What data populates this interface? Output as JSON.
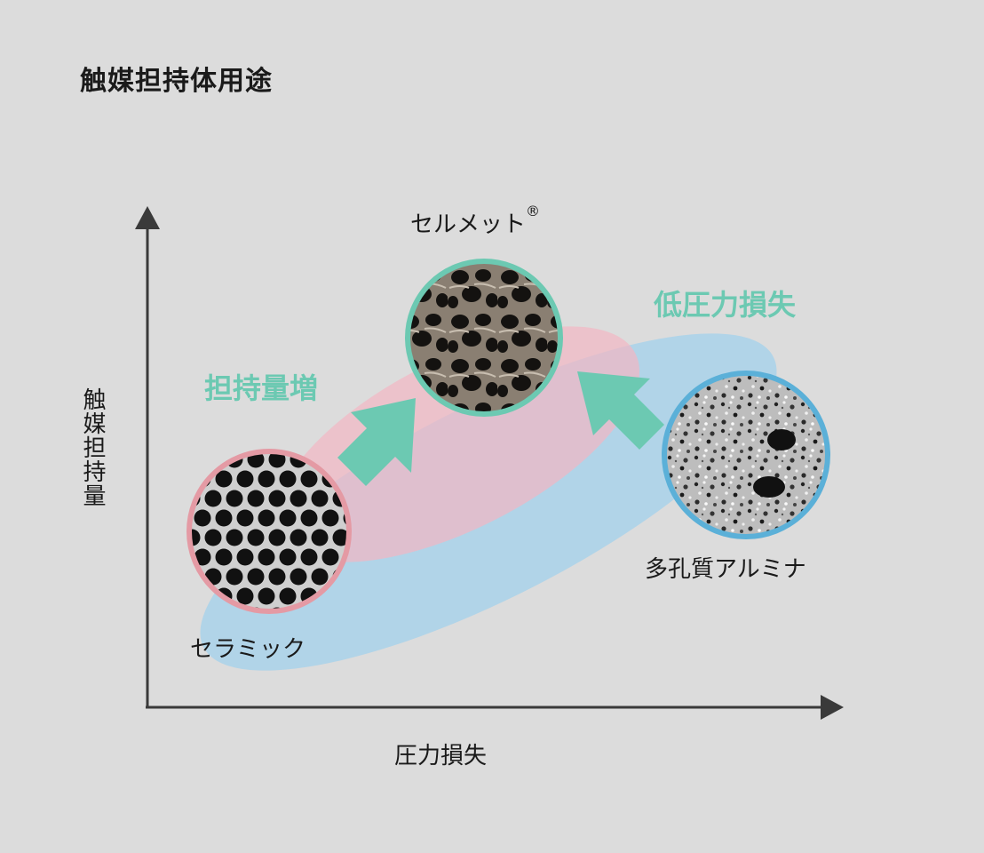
{
  "title": "触媒担持体用途",
  "axes": {
    "x_label": "圧力損失",
    "y_label": "触媒担持量"
  },
  "materials": {
    "celmet": {
      "name": "セルメット",
      "mark": "®"
    },
    "ceramic": {
      "name": "セラミック"
    },
    "alumina": {
      "name": "多孔質アルミナ"
    }
  },
  "annotations": {
    "increase": "担持量増",
    "low_pressure": "低圧力損失"
  },
  "colors": {
    "background": "#dcdcdc",
    "axis": "#3a3a3a",
    "accent_teal": "#6cc9b2",
    "ceramic_ring": "#e49aa4",
    "alumina_ring": "#5bb0d8",
    "celmet_ring": "#6cc9b2",
    "pink_ellipse": "#f2b7c3",
    "blue_ellipse": "#a9d2ea"
  }
}
